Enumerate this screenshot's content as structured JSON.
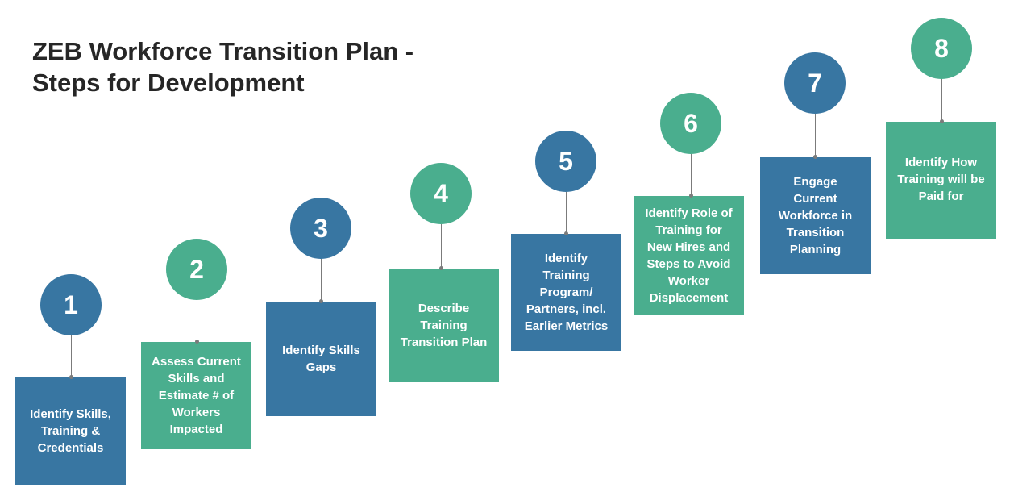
{
  "title": "ZEB Workforce Transition Plan -\nSteps for Development",
  "colors": {
    "blue": "#3876a2",
    "green": "#4aae8e",
    "stem": "#7b7b7b"
  },
  "steps": [
    {
      "number": "1",
      "label": "Identify Skills,\nTraining &\nCredentials",
      "color": "blue"
    },
    {
      "number": "2",
      "label": "Assess Current\nSkills and\nEstimate # of\nWorkers\nImpacted",
      "color": "green"
    },
    {
      "number": "3",
      "label": "Identify Skills\nGaps",
      "color": "blue"
    },
    {
      "number": "4",
      "label": "Describe\nTraining\nTransition Plan",
      "color": "green"
    },
    {
      "number": "5",
      "label": "Identify\nTraining\nProgram/\nPartners, incl.\nEarlier Metrics",
      "color": "blue"
    },
    {
      "number": "6",
      "label": "Identify Role of\nTraining for\nNew Hires and\nSteps to Avoid\nWorker\nDisplacement",
      "color": "green"
    },
    {
      "number": "7",
      "label": "Engage\nCurrent\nWorkforce in\nTransition\nPlanning",
      "color": "blue"
    },
    {
      "number": "8",
      "label": "Identify How\nTraining will be\nPaid for\n\n",
      "color": "green"
    }
  ]
}
